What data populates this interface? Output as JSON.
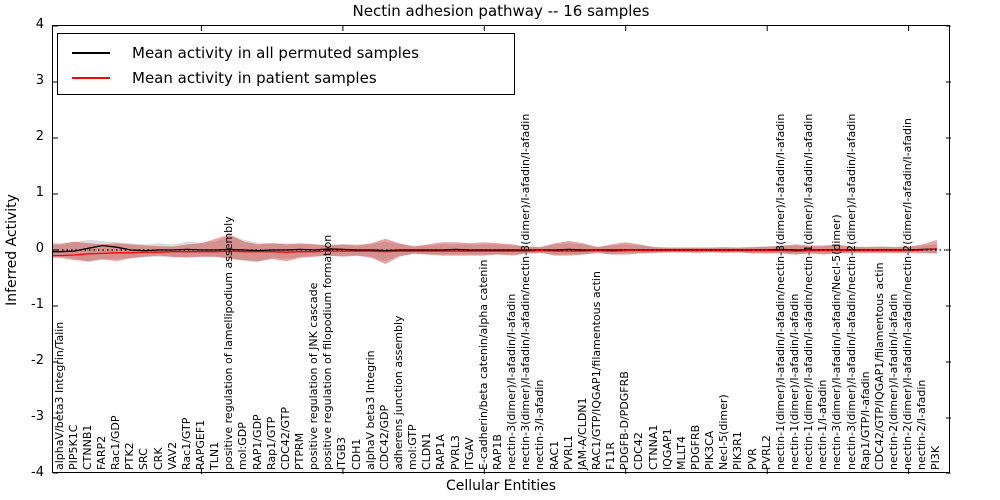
{
  "title": "Nectin adhesion pathway -- 16 samples",
  "axes": {
    "ylabel": "Inferred Activity",
    "xlabel": "Cellular Entities",
    "yticks": [
      "4",
      "3",
      "2",
      "1",
      "0",
      "-1",
      "-2",
      "-3",
      "-4"
    ],
    "ylim": [
      -4,
      4
    ]
  },
  "chart_data": {
    "type": "line",
    "title": "Nectin adhesion pathway -- 16 samples",
    "xlabel": "Cellular Entities",
    "ylabel": "Inferred Activity",
    "ylim": [
      -4,
      4
    ],
    "grid": false,
    "legend_position": "upper-left",
    "zero_line": {
      "style": "dotted",
      "color": "#000000",
      "y": 0
    },
    "categories": [
      "alphaV/beta3 Integrin/Talin",
      "PIP5K1C",
      "CTNNB1",
      "FARP2",
      "Rac1/GDP",
      "PTK2",
      "SRC",
      "CRK",
      "VAV2",
      "Rac1/GTP",
      "RAPGEF1",
      "TLN1",
      "positive regulation of lamellipodium assembly",
      "mol:GDP",
      "RAP1/GDP",
      "Rap1/GTP",
      "CDC42/GTP",
      "PTPRM",
      "positive regulation of JNK cascade",
      "positive regulation of filopodium formation",
      "ITGB3",
      "CDH1",
      "alphaV beta3 Integrin",
      "CDC42/GDP",
      "adherens junction assembly",
      "mol:GTP",
      "CLDN1",
      "RAP1A",
      "PVRL3",
      "ITGAV",
      "E-cadherin/beta catenin/alpha catenin",
      "RAP1B",
      "nectin-3(dimer)/I-afadin/I-afadin",
      "nectin-3(dimer)/I-afadin/I-afadin/nectin-3(dimer)/I-afadin/I-afadin",
      "nectin-3/I-afadin",
      "RAC1",
      "PVRL1",
      "JAM-A/CLDN1",
      "RAC1/GTP/IQGAP1/filamentous actin",
      "F11R",
      "PDGFB-D/PDGFRB",
      "CDC42",
      "CTNNA1",
      "IQGAP1",
      "MLLT4",
      "PDGFRB",
      "PIK3CA",
      "Necl-5(dimer)",
      "PIK3R1",
      "PVR",
      "PVRL2",
      "nectin-1(dimer)/I-afadin/I-afadin/nectin-3(dimer)/I-afadin/I-afadin",
      "nectin-1(dimer)/I-afadin/I-afadin",
      "nectin-1(dimer)/I-afadin/I-afadin/nectin-1(dimer)/I-afadin/I-afadin",
      "nectin-1/I-afadin",
      "nectin-3(dimer)/I-afadin/I-afadin/Necl-5(dimer)",
      "nectin-3(dimer)/I-afadin/I-afadin/nectin-2(dimer)/I-afadin/I-afadin",
      "Rap1/GTP/I-afadin",
      "CDC42/GTP/IQGAP1/filamentous actin",
      "nectin-2(dimer)/I-afadin/I-afadin",
      "nectin-2(dimer)/I-afadin/I-afadin/nectin-2(dimer/I-afadin/I-afadin",
      "nectin-2/I-afadin",
      "PI3K"
    ],
    "series": [
      {
        "name": "Mean activity in all permuted samples",
        "color": "#000000",
        "values": [
          -0.03,
          -0.02,
          0.03,
          0.08,
          0.05,
          0.0,
          -0.01,
          0.0,
          0.0,
          0.01,
          0.0,
          0.0,
          0.01,
          0.0,
          -0.01,
          0.0,
          0.0,
          0.01,
          0.0,
          0.02,
          0.01,
          0.0,
          0.0,
          -0.01,
          0.0,
          0.0,
          0.0,
          0.0,
          0.01,
          0.0,
          0.0,
          0.0,
          0.0,
          0.0,
          0.0,
          0.0,
          0.01,
          0.0,
          0.0,
          0.0,
          0.0,
          0.0,
          0.0,
          0.0,
          0.0,
          0.0,
          0.0,
          0.0,
          0.0,
          0.0,
          0.0,
          0.01,
          0.0,
          0.0,
          0.0,
          0.0,
          0.0,
          0.0,
          0.0,
          0.0,
          0.0,
          0.01,
          0.02
        ]
      },
      {
        "name": "Mean activity in patient samples",
        "color": "#ff0000",
        "values": [
          -0.1,
          -0.09,
          -0.07,
          -0.06,
          -0.05,
          -0.05,
          -0.04,
          -0.04,
          -0.03,
          -0.03,
          -0.03,
          -0.03,
          -0.02,
          -0.03,
          -0.03,
          -0.03,
          -0.04,
          -0.03,
          -0.03,
          -0.02,
          -0.02,
          -0.02,
          -0.02,
          -0.03,
          -0.02,
          -0.02,
          -0.02,
          -0.02,
          -0.02,
          -0.02,
          -0.02,
          -0.02,
          -0.02,
          -0.02,
          -0.01,
          -0.02,
          -0.02,
          -0.02,
          -0.01,
          -0.02,
          -0.01,
          -0.01,
          -0.01,
          -0.01,
          -0.01,
          -0.01,
          -0.01,
          -0.01,
          -0.01,
          -0.01,
          -0.01,
          -0.01,
          -0.02,
          -0.01,
          -0.01,
          -0.01,
          -0.01,
          -0.01,
          -0.01,
          -0.01,
          -0.01,
          0.0,
          0.02
        ]
      }
    ],
    "bands": [
      {
        "name": "permuted-samples-range",
        "color": "#999999",
        "opacity": 0.35,
        "upper": [
          0.13,
          0.14,
          0.18,
          0.16,
          0.14,
          0.12,
          0.1,
          0.12,
          0.1,
          0.15,
          0.13,
          0.15,
          0.25,
          0.18,
          0.13,
          0.12,
          0.12,
          0.1,
          0.1,
          0.1,
          0.1,
          0.1,
          0.1,
          0.15,
          0.1,
          0.08,
          0.08,
          0.1,
          0.1,
          0.1,
          0.1,
          0.1,
          0.08,
          0.06,
          0.06,
          0.1,
          0.12,
          0.1,
          0.06,
          0.08,
          0.1,
          0.08,
          0.06,
          0.05,
          0.05,
          0.05,
          0.05,
          0.05,
          0.05,
          0.06,
          0.06,
          0.06,
          0.08,
          0.06,
          0.06,
          0.08,
          0.06,
          0.06,
          0.06,
          0.06,
          0.06,
          0.08,
          0.1
        ],
        "lower": [
          -0.12,
          -0.15,
          -0.22,
          -0.18,
          -0.16,
          -0.14,
          -0.12,
          -0.12,
          -0.14,
          -0.12,
          -0.12,
          -0.12,
          -0.16,
          -0.2,
          -0.22,
          -0.14,
          -0.16,
          -0.12,
          -0.1,
          -0.1,
          -0.1,
          -0.1,
          -0.12,
          -0.2,
          -0.1,
          -0.08,
          -0.08,
          -0.08,
          -0.08,
          -0.08,
          -0.08,
          -0.08,
          -0.08,
          -0.06,
          -0.06,
          -0.08,
          -0.08,
          -0.08,
          -0.06,
          -0.08,
          -0.06,
          -0.06,
          -0.06,
          -0.05,
          -0.05,
          -0.05,
          -0.05,
          -0.05,
          -0.05,
          -0.06,
          -0.06,
          -0.06,
          -0.08,
          -0.06,
          -0.06,
          -0.06,
          -0.06,
          -0.06,
          -0.06,
          -0.06,
          -0.06,
          -0.06,
          -0.06
        ]
      },
      {
        "name": "patient-samples-range",
        "color": "#cc3333",
        "opacity": 0.45,
        "upper": [
          0.1,
          0.15,
          0.12,
          0.1,
          0.12,
          0.1,
          0.08,
          0.07,
          0.06,
          0.1,
          0.12,
          0.2,
          0.28,
          0.15,
          0.1,
          0.12,
          0.1,
          0.12,
          0.1,
          0.08,
          0.1,
          0.08,
          0.12,
          0.2,
          0.12,
          0.06,
          0.1,
          0.14,
          0.14,
          0.12,
          0.14,
          0.12,
          0.1,
          0.06,
          0.05,
          0.12,
          0.16,
          0.12,
          0.05,
          0.1,
          0.14,
          0.1,
          0.05,
          0.04,
          0.04,
          0.04,
          0.04,
          0.05,
          0.04,
          0.05,
          0.06,
          0.08,
          0.1,
          0.08,
          0.08,
          0.1,
          0.06,
          0.05,
          0.06,
          0.05,
          0.06,
          0.1,
          0.18
        ],
        "lower": [
          -0.14,
          -0.18,
          -0.2,
          -0.16,
          -0.2,
          -0.15,
          -0.12,
          -0.1,
          -0.12,
          -0.14,
          -0.12,
          -0.12,
          -0.15,
          -0.18,
          -0.2,
          -0.16,
          -0.2,
          -0.14,
          -0.12,
          -0.1,
          -0.12,
          -0.1,
          -0.14,
          -0.25,
          -0.12,
          -0.06,
          -0.08,
          -0.1,
          -0.1,
          -0.1,
          -0.1,
          -0.08,
          -0.1,
          -0.06,
          -0.05,
          -0.1,
          -0.1,
          -0.08,
          -0.05,
          -0.08,
          -0.08,
          -0.06,
          -0.05,
          -0.04,
          -0.04,
          -0.05,
          -0.04,
          -0.05,
          -0.04,
          -0.06,
          -0.06,
          -0.06,
          -0.08,
          -0.06,
          -0.08,
          -0.06,
          -0.05,
          -0.05,
          -0.05,
          -0.05,
          -0.05,
          -0.05,
          -0.06
        ]
      }
    ]
  }
}
